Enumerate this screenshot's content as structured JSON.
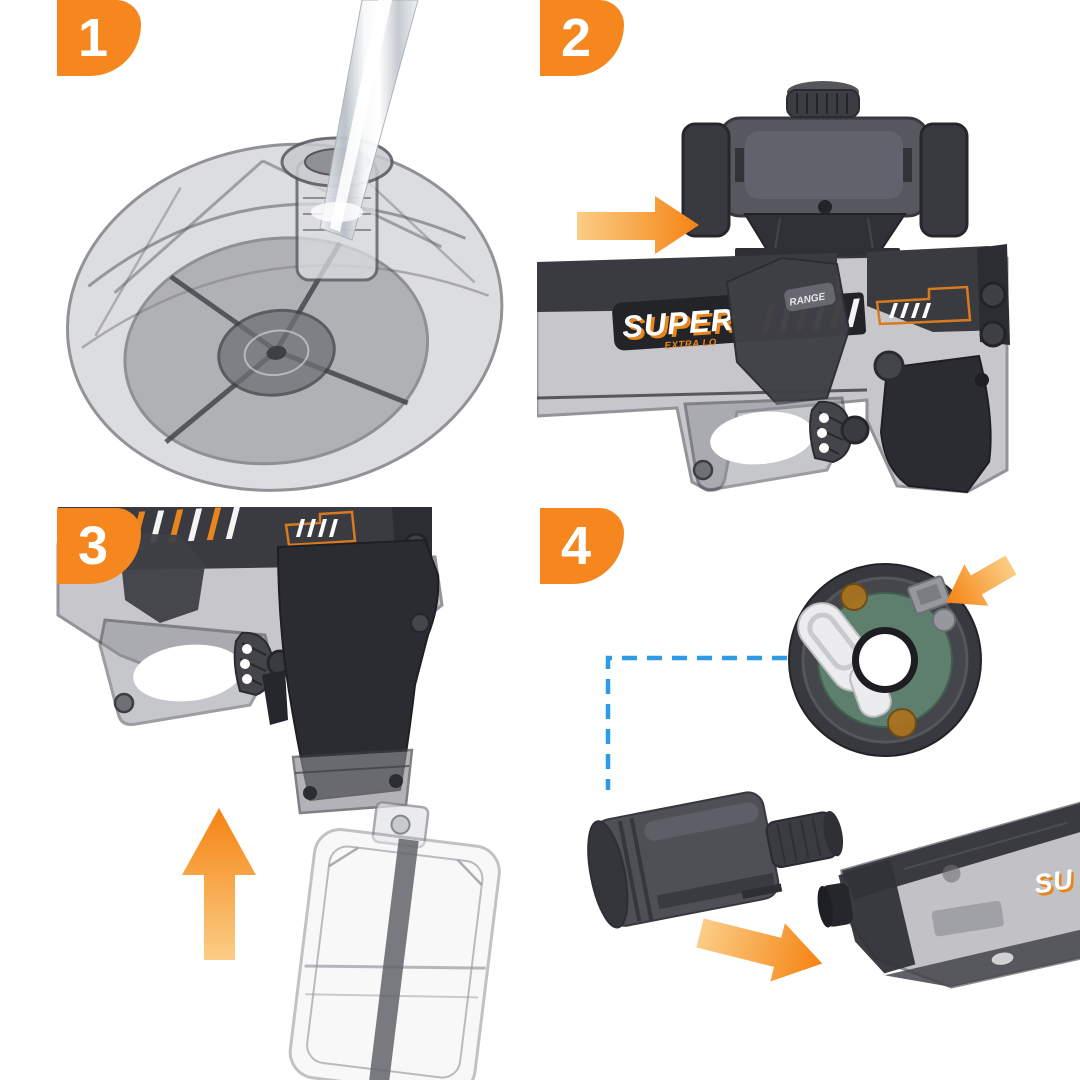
{
  "steps": [
    {
      "number": "1"
    },
    {
      "number": "2"
    },
    {
      "number": "3"
    },
    {
      "number": "4"
    }
  ],
  "gun_text": {
    "brand": "SUPER",
    "tagline": "EXTRA LO",
    "range_label": "RANGE",
    "brand_cropped": "SU"
  },
  "colors": {
    "badge_orange": "#F6871F",
    "arrow_light": "#FBCD86",
    "arrow_dark": "#F58312",
    "hazard_orange": "#E8861B",
    "detail_orange": "#D97A1E",
    "dash_blue": "#2E9BE6",
    "pcb_green": "#5E7F6D",
    "contact_brass": "#A9731F",
    "gun_dark": "#35363B",
    "gun_smoke": "#9A9BA1"
  }
}
